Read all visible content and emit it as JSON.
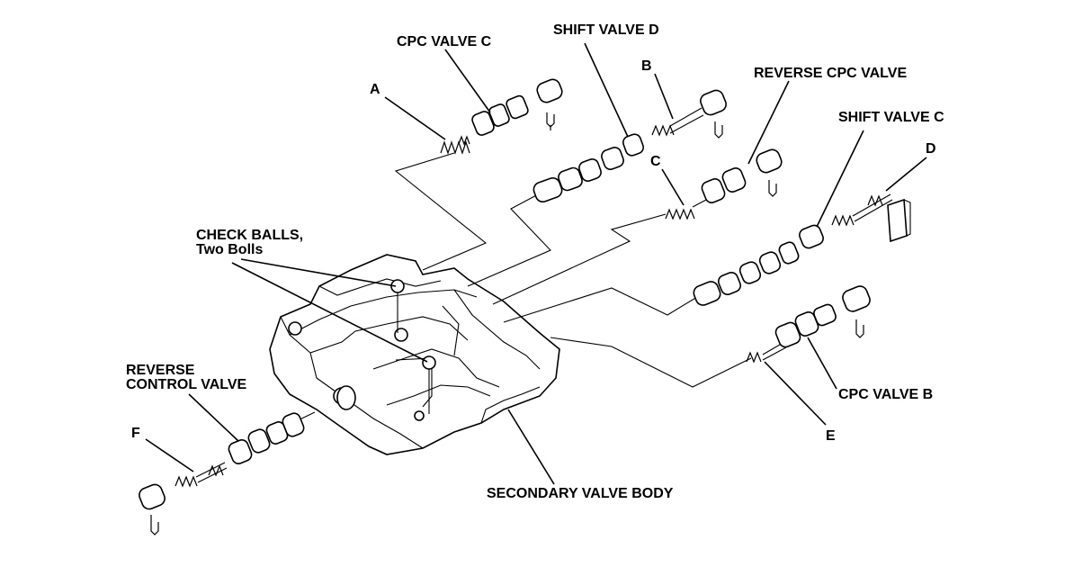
{
  "labels": {
    "cpc_valve_c": "CPC VALVE C",
    "shift_valve_d": "SHIFT VALVE D",
    "label_b": "B",
    "reverse_cpc_valve": "REVERSE CPC VALVE",
    "label_a": "A",
    "shift_valve_c": "SHIFT VALVE C",
    "label_d": "D",
    "label_c": "C",
    "check_balls_line1": "CHECK BALLS,",
    "check_balls_line2": "Two Bolls",
    "reverse_control_line1": "REVERSE",
    "reverse_control_line2": "CONTROL VALVE",
    "label_f": "F",
    "cpc_valve_b": "CPC VALVE B",
    "label_e": "E",
    "secondary_valve_body": "SECONDARY VALVE BODY"
  }
}
